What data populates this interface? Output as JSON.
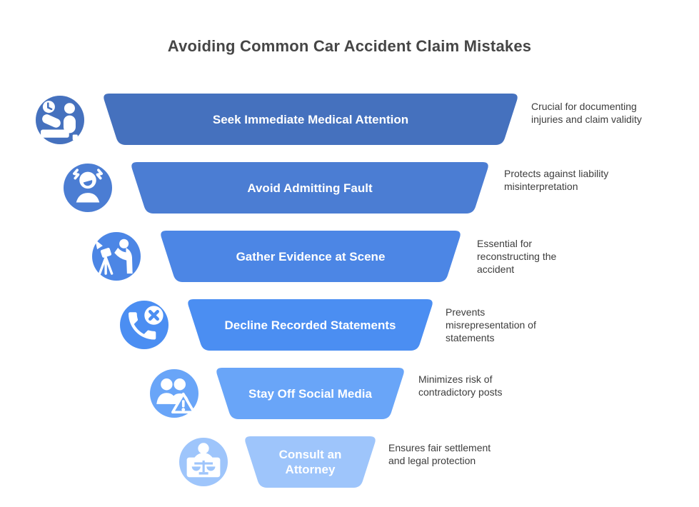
{
  "title": "Avoiding Common Car Accident Claim Mistakes",
  "steps": [
    {
      "label": "Seek Immediate Medical Attention",
      "description": "Crucial for documenting injuries and claim validity",
      "color": "#4571be",
      "icon": "patient-bed-icon"
    },
    {
      "label": "Avoid Admitting Fault",
      "description": "Protects against liability misinterpretation",
      "color": "#4b7dd3",
      "icon": "stressed-person-icon"
    },
    {
      "label": "Gather Evidence at Scene",
      "description": "Essential for reconstructing the accident",
      "color": "#4c86e5",
      "icon": "camera-tripod-icon"
    },
    {
      "label": "Decline Recorded Statements",
      "description": "Prevents misrepresentation of statements",
      "color": "#4b8ef2",
      "icon": "phone-declined-icon"
    },
    {
      "label": "Stay Off Social Media",
      "description": "Minimizes risk of contradictory posts",
      "color": "#69a5f8",
      "icon": "people-warning-icon"
    },
    {
      "label": "Consult an Attorney",
      "description": "Ensures fair settlement and legal protection",
      "color": "#9ec5fb",
      "icon": "attorney-scales-icon"
    }
  ]
}
